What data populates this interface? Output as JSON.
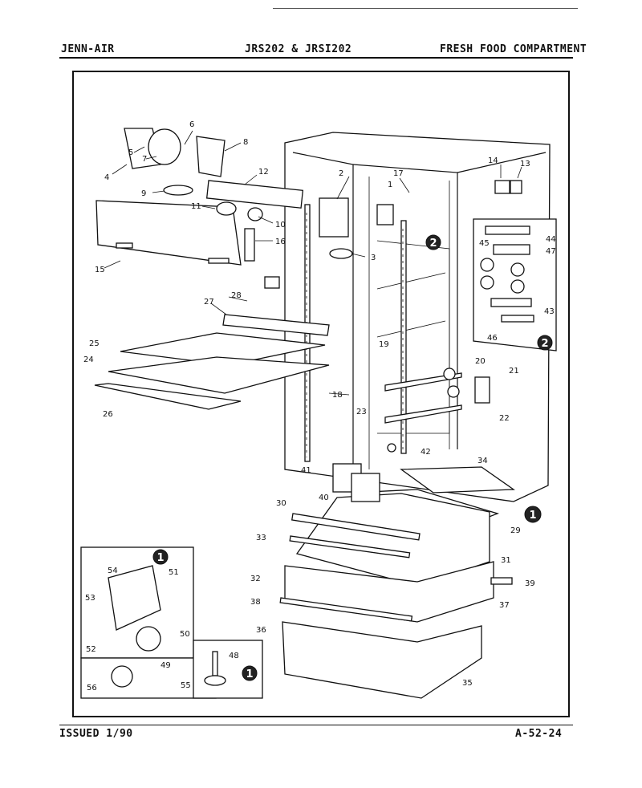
{
  "header": {
    "brand": "JENN-AIR",
    "models": "JRS202 & JRSI202",
    "section": "FRESH FOOD COMPARTMENT"
  },
  "footer": {
    "issued": "ISSUED 1/90",
    "page_code": "A-52-24"
  },
  "callouts": [
    "1",
    "2",
    "3",
    "4",
    "5",
    "6",
    "7",
    "8",
    "9",
    "10",
    "11",
    "12",
    "13",
    "14",
    "15",
    "16",
    "17",
    "18",
    "19",
    "20",
    "21",
    "22",
    "23",
    "24",
    "25",
    "26",
    "27",
    "28",
    "29",
    "30",
    "31",
    "32",
    "33",
    "34",
    "35",
    "36",
    "37",
    "38",
    "39",
    "40",
    "41",
    "42",
    "43",
    "44",
    "45",
    "46",
    "47",
    "48",
    "49",
    "50",
    "51",
    "52",
    "53",
    "54",
    "55",
    "56"
  ],
  "detail_badges": [
    "1",
    "2"
  ]
}
